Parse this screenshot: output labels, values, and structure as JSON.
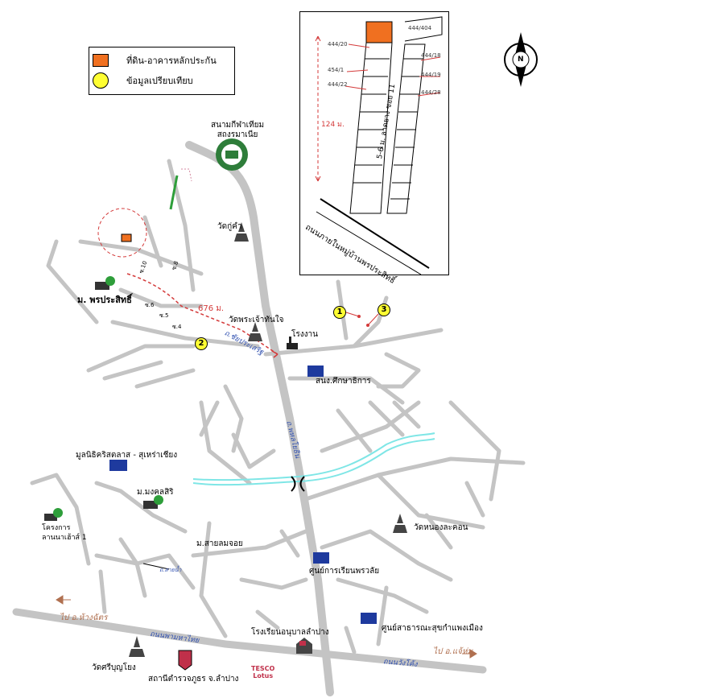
{
  "legend": {
    "collateral_label": "ที่ดิน-อาคารหลักประกัน",
    "comparable_label": "ข้อมูลเปรียบเทียบ",
    "collateral_color": "#f07020",
    "comparable_color": "#ffff33"
  },
  "compass": {
    "label": "N"
  },
  "markers": [
    {
      "id": "1",
      "label": "1"
    },
    {
      "id": "2",
      "label": "2"
    },
    {
      "id": "3",
      "label": "3"
    }
  ],
  "places": {
    "stadium": "สนามกีฬาเทียม\nสถงรมาเนีย",
    "wat_ku_kham": "วัดกู่คำ",
    "village_main": "ม. พรประสิทธิ์",
    "distance": "676 ม.",
    "wat_phra_chao": "วัดพระเจ้าทันใจ",
    "factory": "โรงงาน",
    "education_office": "สนง.ศึกษาธิการ",
    "mosque_road": "ถ.ชัยประเสริฐ",
    "main_road": "ถ.พหลโยธิน",
    "foundation": "มูลนิธิคริสตลาส - สุเหร่าเชียง",
    "mongkol": "ม.มงคลสิริ",
    "project": "โครงการ\nลานนาเฮ้าส์ 1",
    "wat_nong": "วัดหนองละคอน",
    "sailom": "ม.สายลมจอย",
    "training_center": "ศูนย์การเรียนพรวลัย",
    "hospital": "โรงเรียนอนุบาลลำปาง",
    "health_center": "ศูนย์สาธารณะสุขกำแพงเมือง",
    "wat_sri": "วัดศรีบุญโยง",
    "police": "สถานีตำรวจภูธร จ.ลำปาง",
    "tesco": "TESCO\nLotus",
    "to_left": "ไป อ.ห้างฉัตร",
    "to_right": "ไป อ.แจ้ห่ม",
    "road_bottom_left": "ถนนพามหาไทย",
    "road_bottom_right": "ถนนวังโค้ง",
    "soi_1": "ซ.10",
    "soi_2": "ซ.8",
    "soi_3": "ซ.6",
    "soi_4": "ซ.5",
    "soi_5": "ซ.4",
    "small_arrow_label": "ถ.สายน้ำ"
  },
  "inset": {
    "plots_left": [
      "444/20",
      "454/1",
      "444/22"
    ],
    "plots_right": [
      "444/18",
      "444/19",
      "444/28"
    ],
    "plot_top_right": "444/404",
    "soi_label": "5-6 ม. ลาดยาง ซอย 11",
    "road_label": "ถนนภายในหมู่บ้านพรประสิทธิ์",
    "length_label": "124 ม."
  }
}
